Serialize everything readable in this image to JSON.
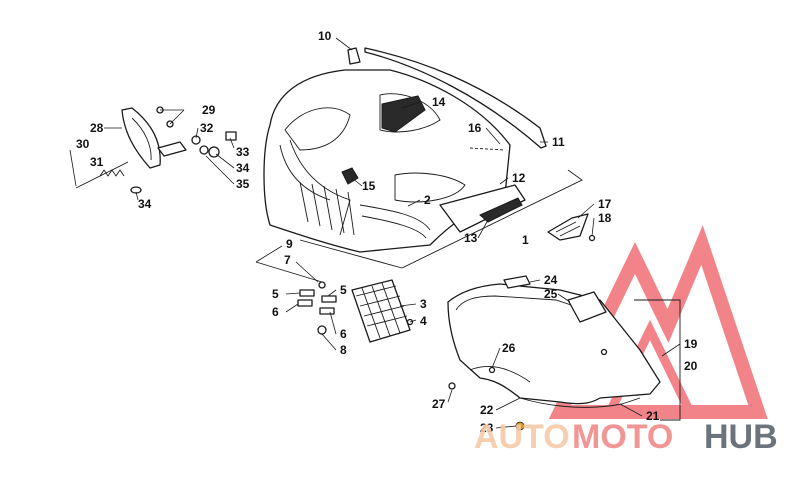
{
  "diagram": {
    "callouts": [
      "1",
      "2",
      "3",
      "4",
      "5",
      "5",
      "6",
      "6",
      "7",
      "8",
      "9",
      "10",
      "11",
      "12",
      "13",
      "14",
      "15",
      "16",
      "17",
      "18",
      "19",
      "20",
      "21",
      "22",
      "23",
      "24",
      "25",
      "26",
      "27",
      "28",
      "29",
      "30",
      "31",
      "32",
      "33",
      "34",
      "34",
      "35"
    ]
  },
  "watermark": {
    "part1": "AUTO",
    "part2": "MOTO",
    "part3": "HUB",
    "color_light": "#f6c9a8",
    "color_red": "#e8202a",
    "color_dark": "#5b6670"
  }
}
